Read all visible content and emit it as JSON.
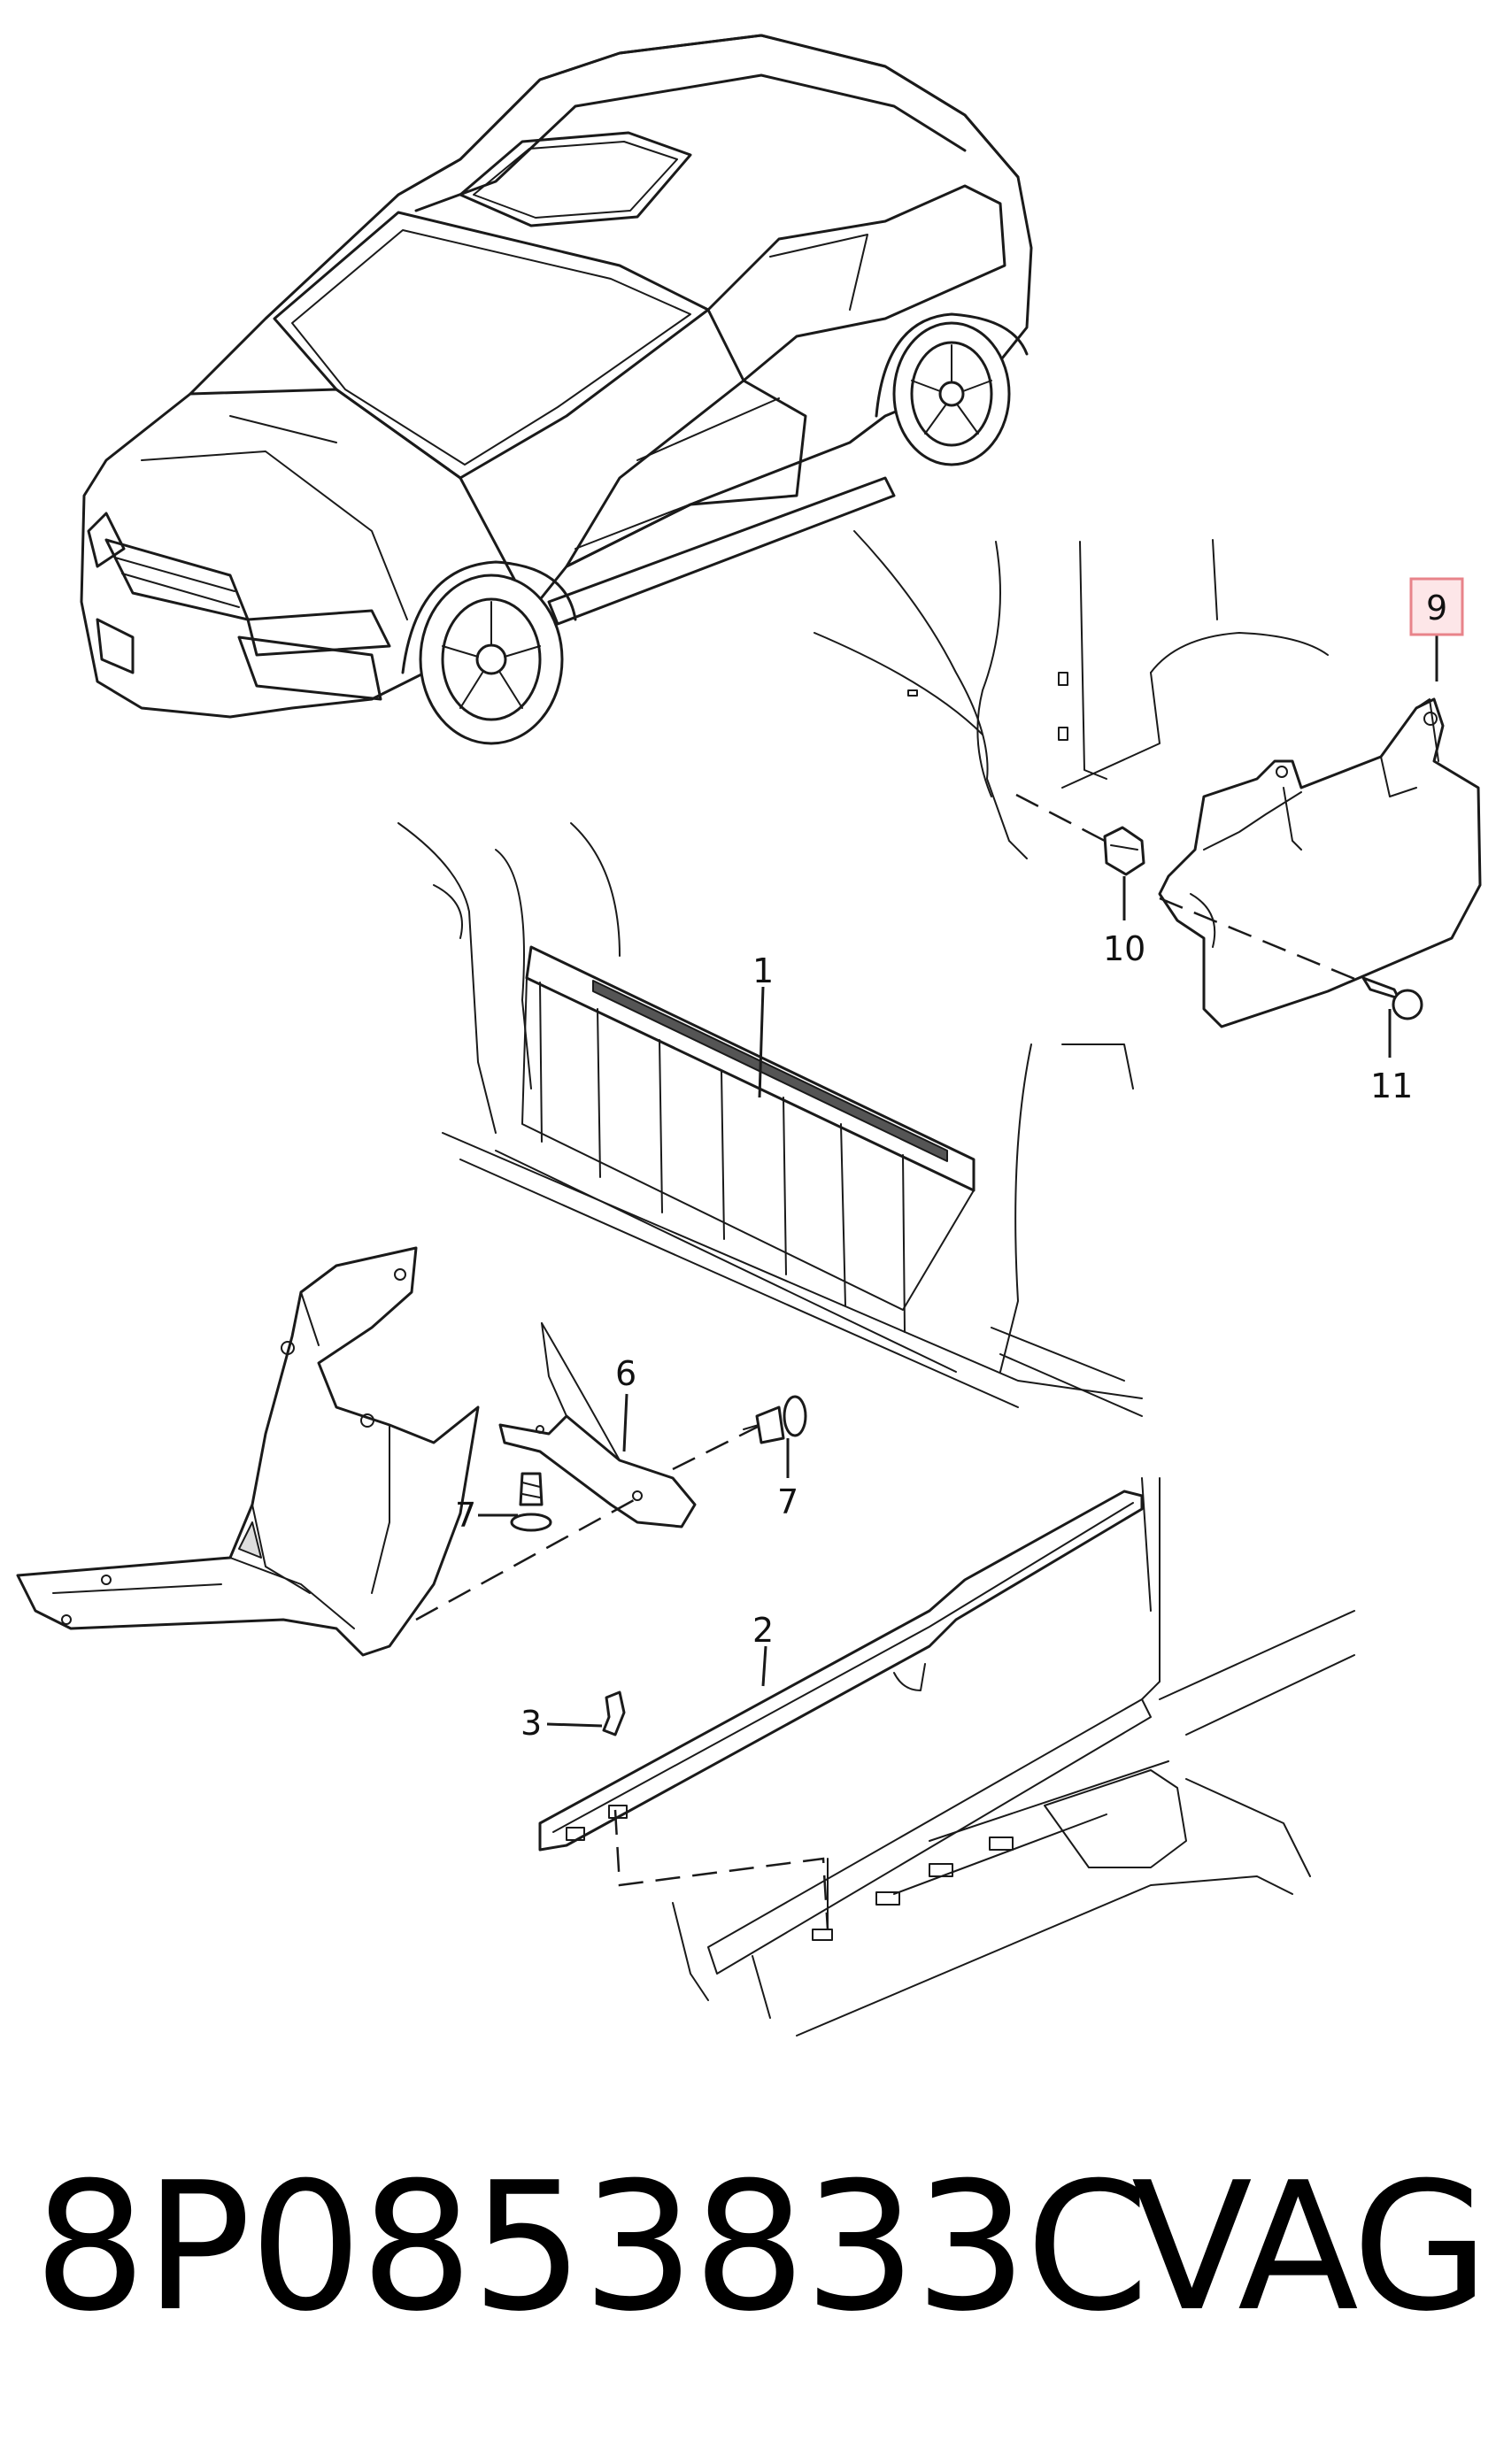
{
  "diagram": {
    "callouts": {
      "c1": "1",
      "c2": "2",
      "c3": "3",
      "c6": "6",
      "c7a": "7",
      "c7b": "7",
      "c9": "9",
      "c10": "10",
      "c11": "11"
    },
    "highlight_color": "#e8838a"
  },
  "footer": {
    "part_number": "8P0853833C",
    "brand": "VAG"
  }
}
